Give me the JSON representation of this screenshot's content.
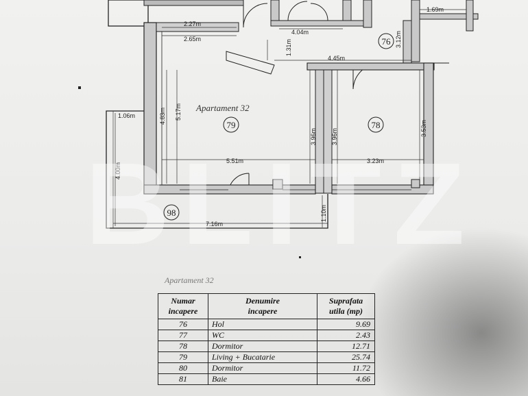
{
  "plan": {
    "apartment_label": "Apartament 32",
    "room_numbers": {
      "r76": "76",
      "r78": "78",
      "r79": "79",
      "r98": "98"
    },
    "dimensions": {
      "d_2_27": "2.27m",
      "d_2_65": "2.65m",
      "d_4_04": "4.04m",
      "d_1_31": "1.31m",
      "d_4_45": "4.45m",
      "d_3_12": "3.12m",
      "d_1_69": "1.69m",
      "d_4_83": "4.83m",
      "d_5_17": "5.17m",
      "d_1_06": "1.06m",
      "d_4_00": "4.00m",
      "d_3_96a": "3.96m",
      "d_3_96b": "3.96m",
      "d_3_53": "3.53m",
      "d_5_51": "5.51m",
      "d_3_23": "3.23m",
      "d_7_16": "7.16m",
      "d_1_10": "1.10m"
    }
  },
  "watermark": "BLITZ",
  "table": {
    "title": "Apartament 32",
    "headers": {
      "col1": [
        "Numar",
        "incapere"
      ],
      "col2": [
        "Denumire",
        "incapere"
      ],
      "col3": [
        "Suprafata",
        "utila (mp)"
      ]
    },
    "rows": [
      {
        "num": "76",
        "name": "Hol",
        "area": "9.69"
      },
      {
        "num": "77",
        "name": "WC",
        "area": "2.43"
      },
      {
        "num": "78",
        "name": "Dormitor",
        "area": "12.71"
      },
      {
        "num": "79",
        "name": "Living + Bucatarie",
        "area": "25.74"
      },
      {
        "num": "80",
        "name": "Dormitor",
        "area": "11.72"
      },
      {
        "num": "81",
        "name": "Baie",
        "area": "4.66"
      }
    ]
  }
}
